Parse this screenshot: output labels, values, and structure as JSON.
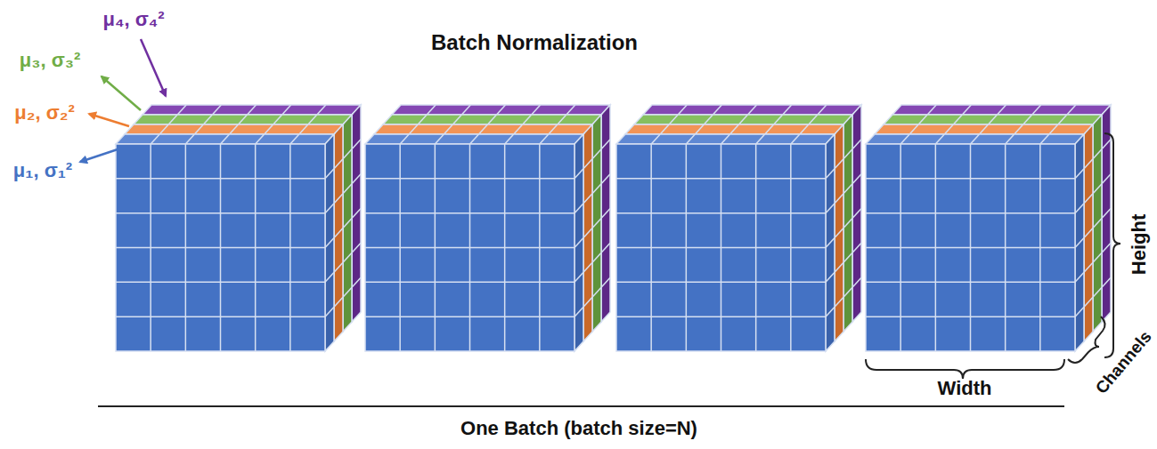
{
  "diagram": {
    "title": "Batch Normalization",
    "labels": [
      "μ₄, σ₄²",
      "μ₃, σ₃²",
      "μ₂, σ₂²",
      "μ₁, σ₁²",
      "Height",
      "Width",
      "Channels",
      "One Batch (batch size=N)"
    ]
  }
}
